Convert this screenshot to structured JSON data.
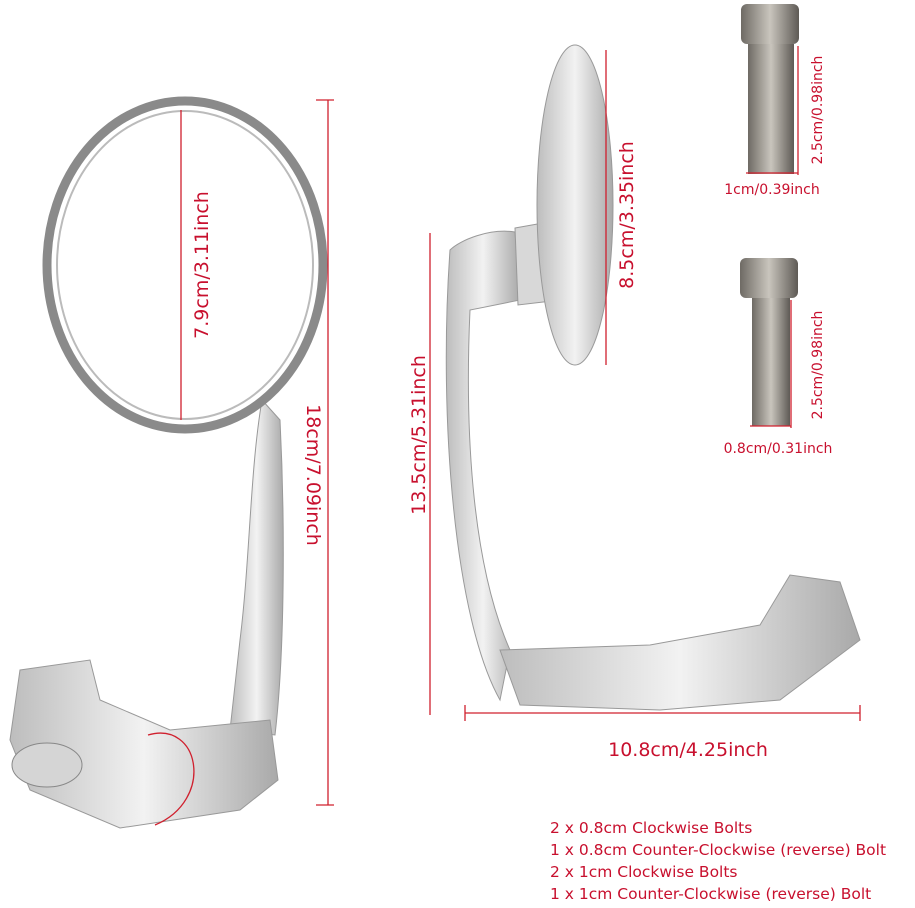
{
  "colors": {
    "annotation": "#c8102e",
    "metal": "#c9c9c9"
  },
  "left_mirror": {
    "glass_height": "7.9cm/3.11inch",
    "total_height": "18cm/7.09inch",
    "rotation_arrow_icon": "rotate-arrow-icon"
  },
  "right_mirror": {
    "glass_height": "8.5cm/3.35inch",
    "bracket_height": "13.5cm/5.31inch",
    "bracket_width": "10.8cm/4.25inch"
  },
  "bolts": [
    {
      "length": "2.5cm/0.98inch",
      "diameter": "1cm/0.39inch"
    },
    {
      "length": "2.5cm/0.98inch",
      "diameter": "0.8cm/0.31inch"
    }
  ],
  "contents": [
    "2 x 0.8cm Clockwise Bolts",
    "1 x 0.8cm Counter-Clockwise (reverse) Bolt",
    "2 x 1cm Clockwise Bolts",
    "1 x 1cm Counter-Clockwise (reverse) Bolt"
  ]
}
